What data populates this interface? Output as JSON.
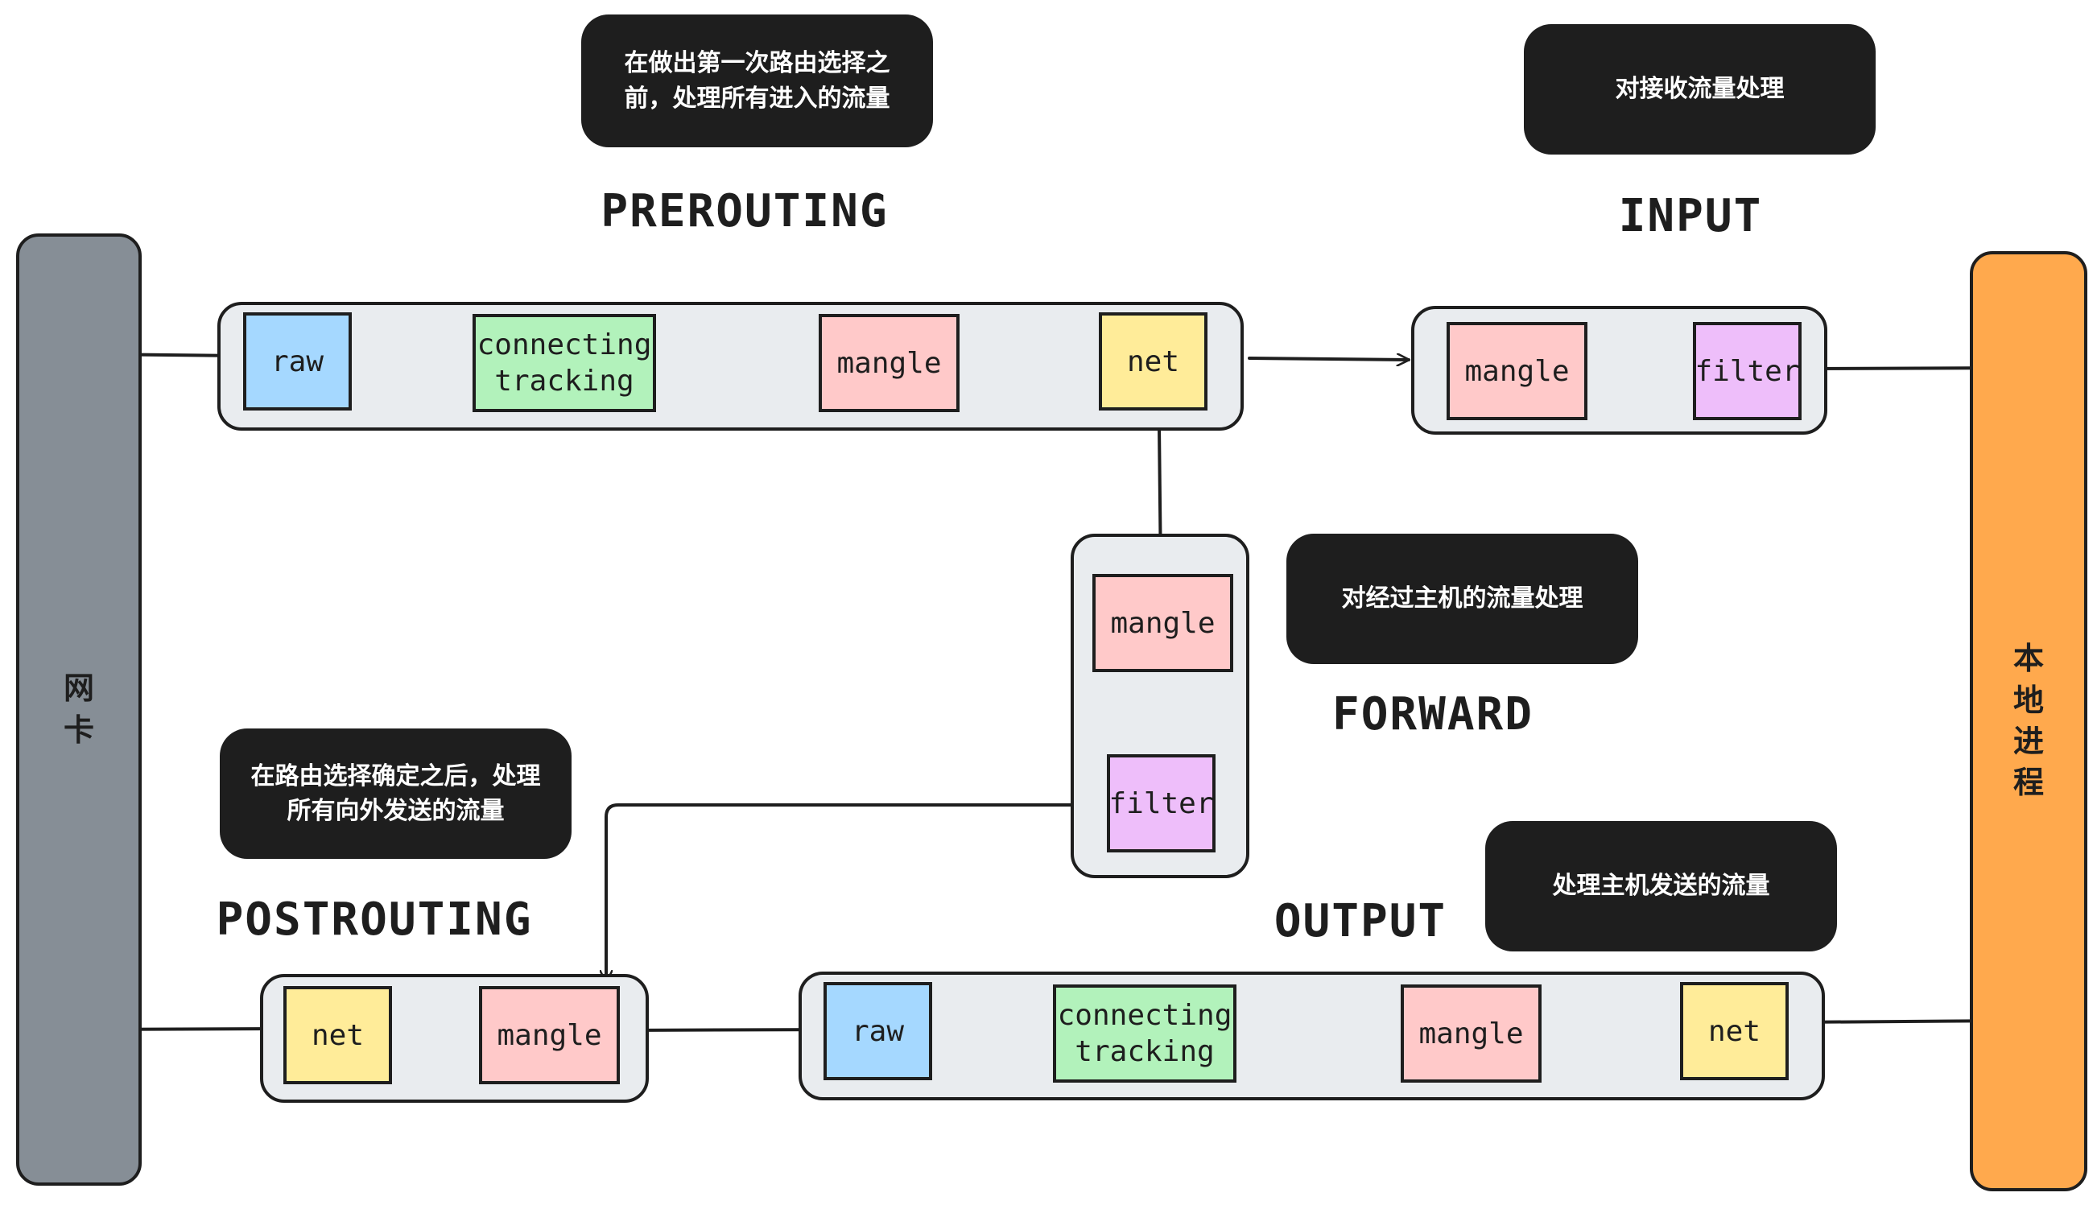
{
  "colors": {
    "nic": "#868e96",
    "local_process": "#ffa94d",
    "group_fill": "#e9ecef",
    "raw": "#a5d8ff",
    "connecting_tracking": "#b2f2bb",
    "mangle": "#ffc9c9",
    "net": "#ffec99",
    "filter": "#eebefa",
    "note": "#1e1e1e",
    "stroke": "#1e1e1e"
  },
  "pillars": {
    "nic": "网卡",
    "local_process": "本地进程"
  },
  "chains": {
    "prerouting": {
      "title": "PREROUTING",
      "note": "在做出第一次路由选择之前，处理所有进入的流量",
      "nodes": [
        {
          "label": [
            "raw"
          ],
          "color": "raw"
        },
        {
          "label": [
            "connecting",
            "tracking"
          ],
          "color": "connecting_tracking"
        },
        {
          "label": [
            "mangle"
          ],
          "color": "mangle"
        },
        {
          "label": [
            "net"
          ],
          "color": "net"
        }
      ]
    },
    "input": {
      "title": "INPUT",
      "note": "对接收流量处理",
      "nodes": [
        {
          "label": [
            "mangle"
          ],
          "color": "mangle"
        },
        {
          "label": [
            "filter"
          ],
          "color": "filter"
        }
      ]
    },
    "forward": {
      "title": "FORWARD",
      "note": "对经过主机的流量处理",
      "nodes": [
        {
          "label": [
            "mangle"
          ],
          "color": "mangle"
        },
        {
          "label": [
            "filter"
          ],
          "color": "filter"
        }
      ]
    },
    "output": {
      "title": "OUTPUT",
      "note": "处理主机发送的流量",
      "nodes": [
        {
          "label": [
            "raw"
          ],
          "color": "raw"
        },
        {
          "label": [
            "connecting",
            "tracking"
          ],
          "color": "connecting_tracking"
        },
        {
          "label": [
            "mangle"
          ],
          "color": "mangle"
        },
        {
          "label": [
            "net"
          ],
          "color": "net"
        }
      ]
    },
    "postrouting": {
      "title": "POSTROUTING",
      "note": "在路由选择确定之后，处理所有向外发送的流量",
      "nodes": [
        {
          "label": [
            "net"
          ],
          "color": "net"
        },
        {
          "label": [
            "mangle"
          ],
          "color": "mangle"
        }
      ]
    }
  }
}
